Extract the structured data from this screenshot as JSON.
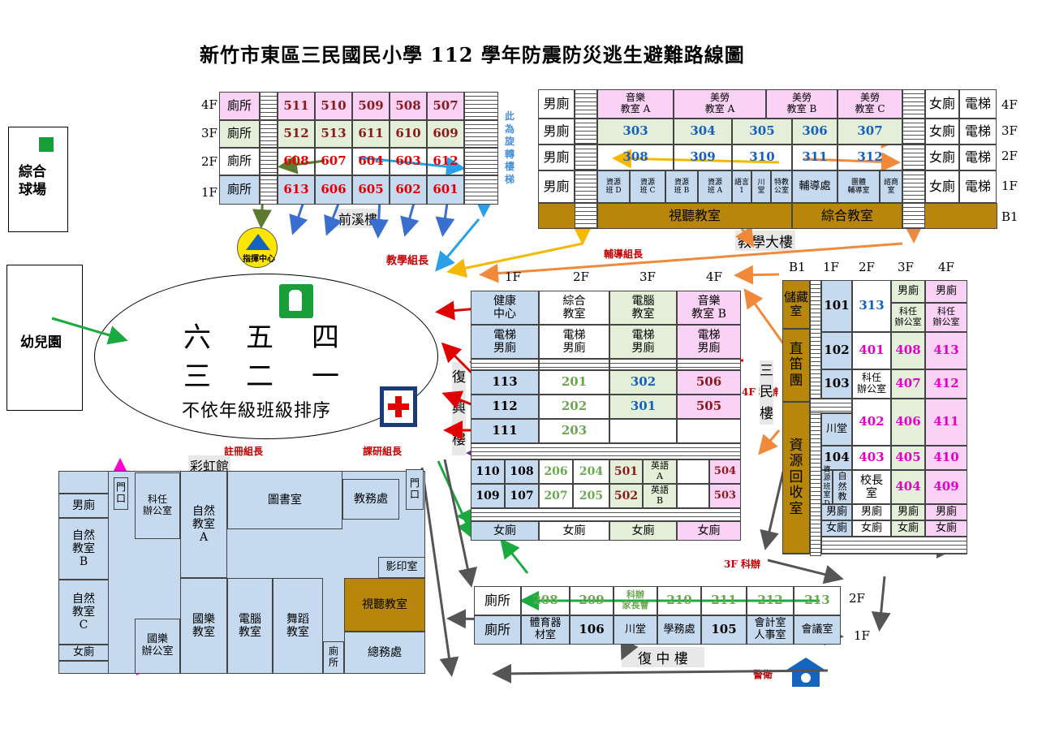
{
  "title": "新竹市東區三民國民小學 112 學年防震防災逃生避難路線圖",
  "colors": {
    "blue": "#c5d9ef",
    "peach": "#fbe4d6",
    "green": "#e3efd9",
    "pink": "#f9d2f5",
    "brown": "#b8860b"
  },
  "left_area": {
    "sports_field": "綜合\n球場",
    "kindergarten": "幼兒園",
    "assembly_grades_row1": [
      "六",
      "五",
      "四"
    ],
    "assembly_grades_row2": [
      "三",
      "二",
      "一"
    ],
    "assembly_note": "不依年級班級排序",
    "command_center": "指揮中心",
    "exit_icon": "emergency-exit-icon",
    "first_aid_icon": "first-aid-cross-icon"
  },
  "roles": {
    "academic": "教學組長",
    "counseling": "輔導組長",
    "registration": "註冊組長",
    "curriculum": "課研組長",
    "science_3f": "3F 科辦",
    "science_4f": "4F 科辦",
    "guard": "警衛"
  },
  "qianxi": {
    "name": "前溪樓",
    "floors": [
      "4F",
      "3F",
      "2F",
      "1F"
    ],
    "toilet": "廁所",
    "rooms": [
      [
        "511",
        "510",
        "509",
        "508",
        "507"
      ],
      [
        "512",
        "513",
        "611",
        "610",
        "609"
      ],
      [
        "608",
        "607",
        "604",
        "603",
        "612"
      ],
      [
        "613",
        "606",
        "605",
        "602",
        "601"
      ]
    ],
    "spiral": "此\n為\n旋\n轉\n樓\n梯"
  },
  "teaching": {
    "name": "教學大樓",
    "floors": [
      "4F",
      "3F",
      "2F",
      "1F",
      "B1"
    ],
    "male": "男廁",
    "female": "女廁",
    "elevator": "電梯",
    "f4": [
      "音樂\n教室 A",
      "美勞\n教室 A",
      "美勞\n教室 B",
      "美勞\n教室 C"
    ],
    "f3": [
      "303",
      "304",
      "305",
      "306",
      "307"
    ],
    "f2": [
      "308",
      "309",
      "310",
      "311",
      "312"
    ],
    "f1": [
      "資源\n班 D",
      "資源\n班 C",
      "資源\n班 B",
      "資源\n班 A",
      "語言\n1",
      "川\n堂",
      "特教\n公室",
      "輔導處",
      "團體\n輔導室",
      "諮商\n室"
    ],
    "b1": [
      "視聽教室",
      "綜合教室"
    ]
  },
  "fuxing": {
    "name": "復\n興\n樓",
    "floor_heads": [
      "1F",
      "2F",
      "3F",
      "4F"
    ],
    "top": [
      "健康\n中心",
      "綜合\n教室",
      "電腦\n教室",
      "音樂\n教室 B"
    ],
    "elevator": "電梯",
    "male": "男廁",
    "female": "女廁",
    "c1": [
      "113",
      "112",
      "111"
    ],
    "c2": [
      "201",
      "202",
      "203"
    ],
    "c3": [
      "302",
      "301"
    ],
    "c4": [
      "506",
      "505"
    ],
    "lower": [
      [
        "110",
        "108",
        "206",
        "204",
        "501",
        "英語\nA",
        "504"
      ],
      [
        "109",
        "107",
        "207",
        "205",
        "502",
        "英語\nB",
        "503"
      ]
    ]
  },
  "sanmin": {
    "name": "三\n民\n樓",
    "floor_heads": [
      "B1",
      "1F",
      "2F",
      "3F",
      "4F"
    ],
    "storage": "儲藏\n室",
    "flute": "直笛\n團",
    "recycle": "資\n源\n回\n收\n室",
    "f1": [
      "101",
      "102",
      "103",
      "川堂",
      "104",
      "資源班\n室\nD"
    ],
    "nature": "自\n然\n教",
    "principal": "校長\n室",
    "science_office": "科任\n辦公室",
    "f2": [
      "313",
      "401",
      "402",
      "403",
      "404"
    ],
    "f3": [
      "408",
      "407",
      "406",
      "405"
    ],
    "f4": [
      "413",
      "412",
      "411",
      "410",
      "409"
    ],
    "male": "男廁",
    "female": "女廁"
  },
  "caihong": {
    "name": "彩虹館",
    "door": "門\n口",
    "male": "男廁",
    "female": "女廁",
    "science_b": "自然\n教室\nB",
    "science_c": "自然\n教室\nC",
    "science_a": "自然\n教室\nA",
    "office": "科任\n辦公室",
    "library": "圖書室",
    "academic_office": "教務處",
    "print": "影印室",
    "av": "視聽教室",
    "music_office": "國樂\n辦公室",
    "music": "國樂\n教室",
    "computer": "電腦\n教室",
    "dance": "舞蹈\n教室",
    "toilet": "廁\n所",
    "general": "總務處"
  },
  "fuzhong": {
    "name": "復 中 樓",
    "floors": [
      "2F",
      "1F"
    ],
    "toilet": "廁所",
    "f2": [
      "208",
      "209",
      "科辦\n家長會",
      "210",
      "211",
      "212",
      "213"
    ],
    "f1": [
      "體育器\n材室",
      "106",
      "川堂",
      "學務處",
      "105",
      "會計室\n人事室",
      "會議室"
    ]
  }
}
